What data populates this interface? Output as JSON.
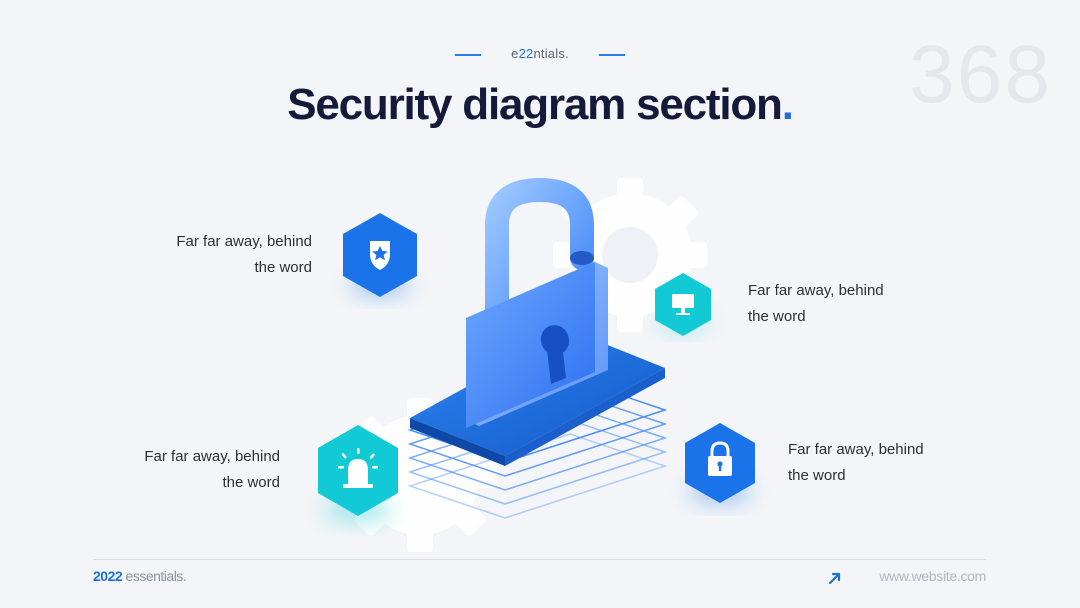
{
  "header": {
    "kicker_pre": "e",
    "kicker_accent": "22",
    "kicker_post": "ntials.",
    "title": "Security diagram section",
    "title_dot": ".",
    "page_number": "368"
  },
  "items": [
    {
      "icon": "shield-star-icon",
      "color": "#1a73e8",
      "text_line1": "Far far away, behind",
      "text_line2": "the word"
    },
    {
      "icon": "monitor-icon",
      "color": "#12c9d6",
      "text_line1": "Far far away, behind",
      "text_line2": "the word"
    },
    {
      "icon": "siren-alarm-icon",
      "color": "#12c9d6",
      "text_line1": "Far far away, behind",
      "text_line2": "the word"
    },
    {
      "icon": "padlock-icon",
      "color": "#1a73e8",
      "text_line1": "Far far away, behind",
      "text_line2": "the word"
    }
  ],
  "footer": {
    "year": "2022",
    "brand": " essentials.",
    "url": "www.website.com"
  },
  "colors": {
    "accent": "#1f6fd8",
    "title": "#151a3a",
    "background": "#f3f5f8"
  }
}
